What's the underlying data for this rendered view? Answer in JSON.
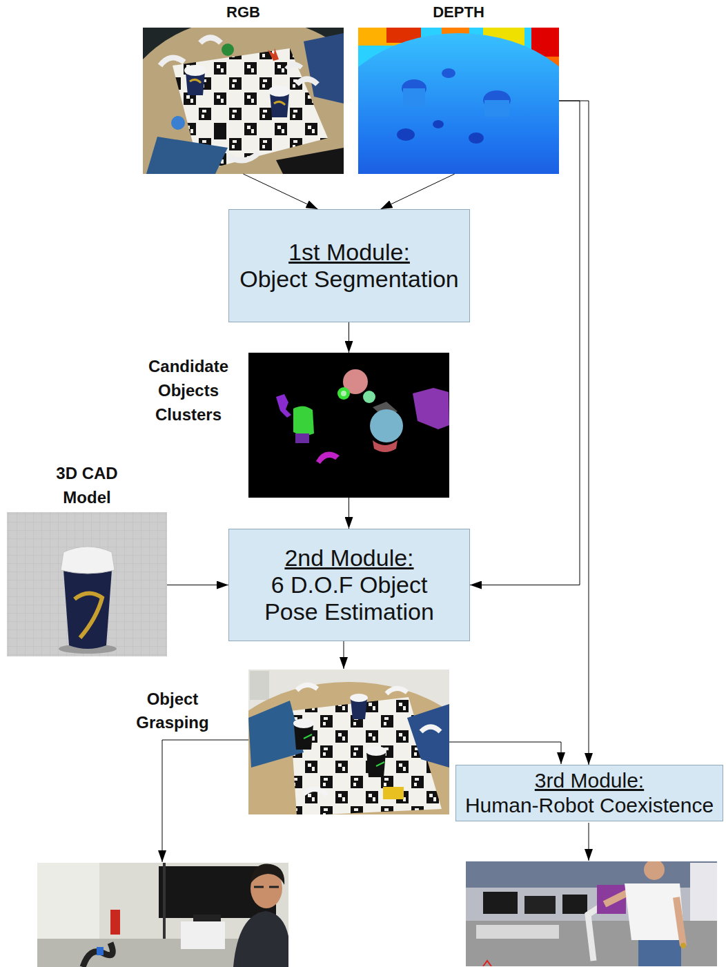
{
  "diagram": {
    "nodes": [
      {
        "text": [
          "RGB"
        ]
      },
      {
        "text": [
          "DEPTH"
        ]
      },
      {
        "text": [
          "1st Module:",
          "Object Segmentation"
        ]
      },
      {
        "text": [
          "Candidate Objects Clusters"
        ]
      },
      {
        "text": [
          "3D CAD Model"
        ]
      },
      {
        "text": [
          "2nd Module:",
          "6 D.O.F Object Pose Estimation"
        ]
      },
      {
        "text": [
          "3rd Module:",
          "Human-Robot Coexistence"
        ]
      }
    ],
    "edges": [
      {
        "from": 0,
        "to": 2,
        "arrow": "to"
      },
      {
        "from": 1,
        "to": 2,
        "arrow": "to"
      },
      {
        "from": 2,
        "to": 3,
        "arrow": "to"
      },
      {
        "from": 3,
        "to": 5,
        "arrow": "to"
      },
      {
        "from": 4,
        "to": 5,
        "arrow": "to"
      },
      {
        "from": 1,
        "to": 5,
        "arrow": "to"
      },
      {
        "from": 1,
        "to": 6,
        "arrow": "to"
      }
    ],
    "labels": [
      "Object Grasping"
    ]
  }
}
